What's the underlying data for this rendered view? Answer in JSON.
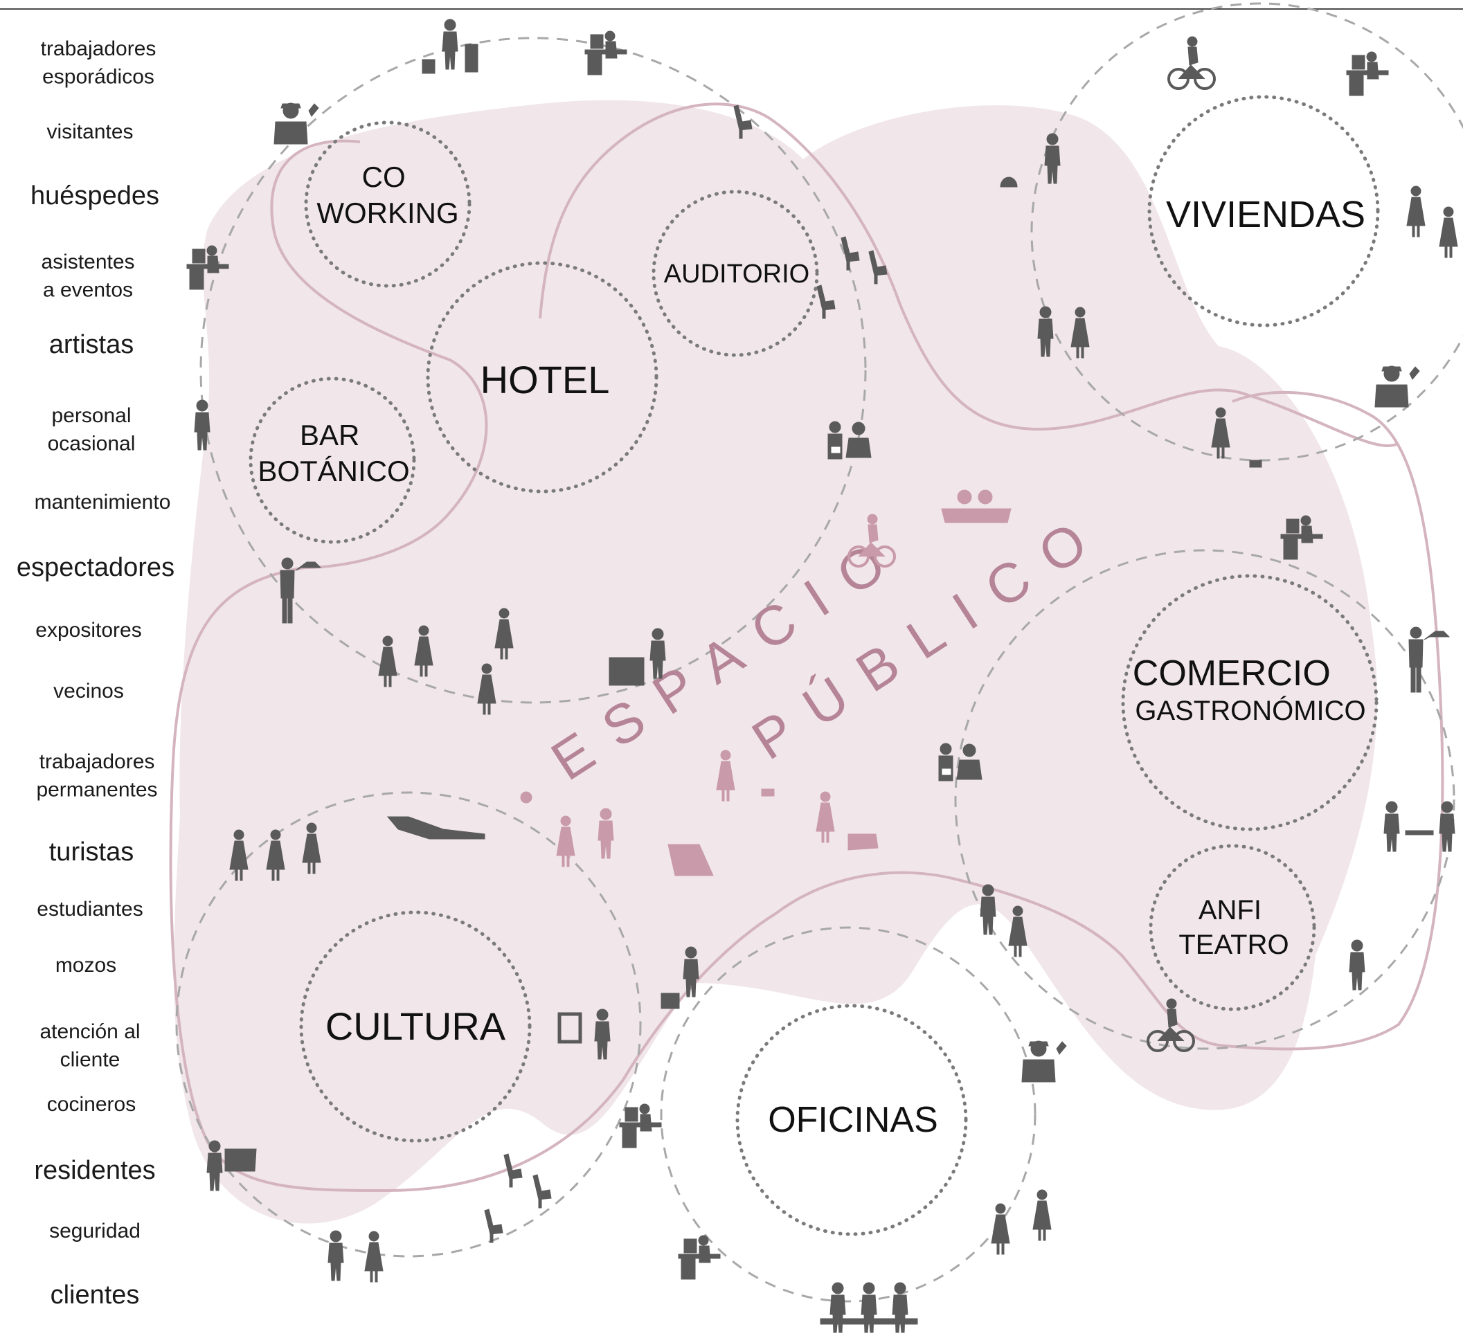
{
  "diagram": {
    "central_label": [
      "ESPACIO",
      "PÚBLICO"
    ],
    "zones": [
      {
        "id": "coworking",
        "lines": [
          "CO",
          "WORKING"
        ]
      },
      {
        "id": "hotel",
        "lines": [
          "HOTEL"
        ]
      },
      {
        "id": "auditorio",
        "lines": [
          "AUDITORIO"
        ]
      },
      {
        "id": "bar",
        "lines": [
          "BAR",
          "BOTÁNICO"
        ]
      },
      {
        "id": "viviendas",
        "lines": [
          "VIVIENDAS"
        ]
      },
      {
        "id": "comercio",
        "lines": [
          "COMERCIO",
          "GASTRONÓMICO"
        ]
      },
      {
        "id": "anfiteatro",
        "lines": [
          "ANFI",
          "TEATRO"
        ]
      },
      {
        "id": "cultura",
        "lines": [
          "CULTURA"
        ]
      },
      {
        "id": "oficinas",
        "lines": [
          "OFICINAS"
        ]
      }
    ],
    "user_types": [
      "trabajadores esporádicos",
      "visitantes",
      "huéspedes",
      "asistentes a eventos",
      "artistas",
      "personal ocasional",
      "mantenimiento",
      "espectadores",
      "expositores",
      "vecinos",
      "trabajadores permanentes",
      "turistas",
      "estudiantes",
      "mozos",
      "atención al cliente",
      "cocineros",
      "residentes",
      "seguridad",
      "clientes"
    ],
    "colors": {
      "public_space_fill": "#f1e6ea",
      "route_line": "#d4b4bf",
      "central_label": "#b58496",
      "figures": "#5a5a5a",
      "highlight_figures": "#c99aa9"
    }
  }
}
